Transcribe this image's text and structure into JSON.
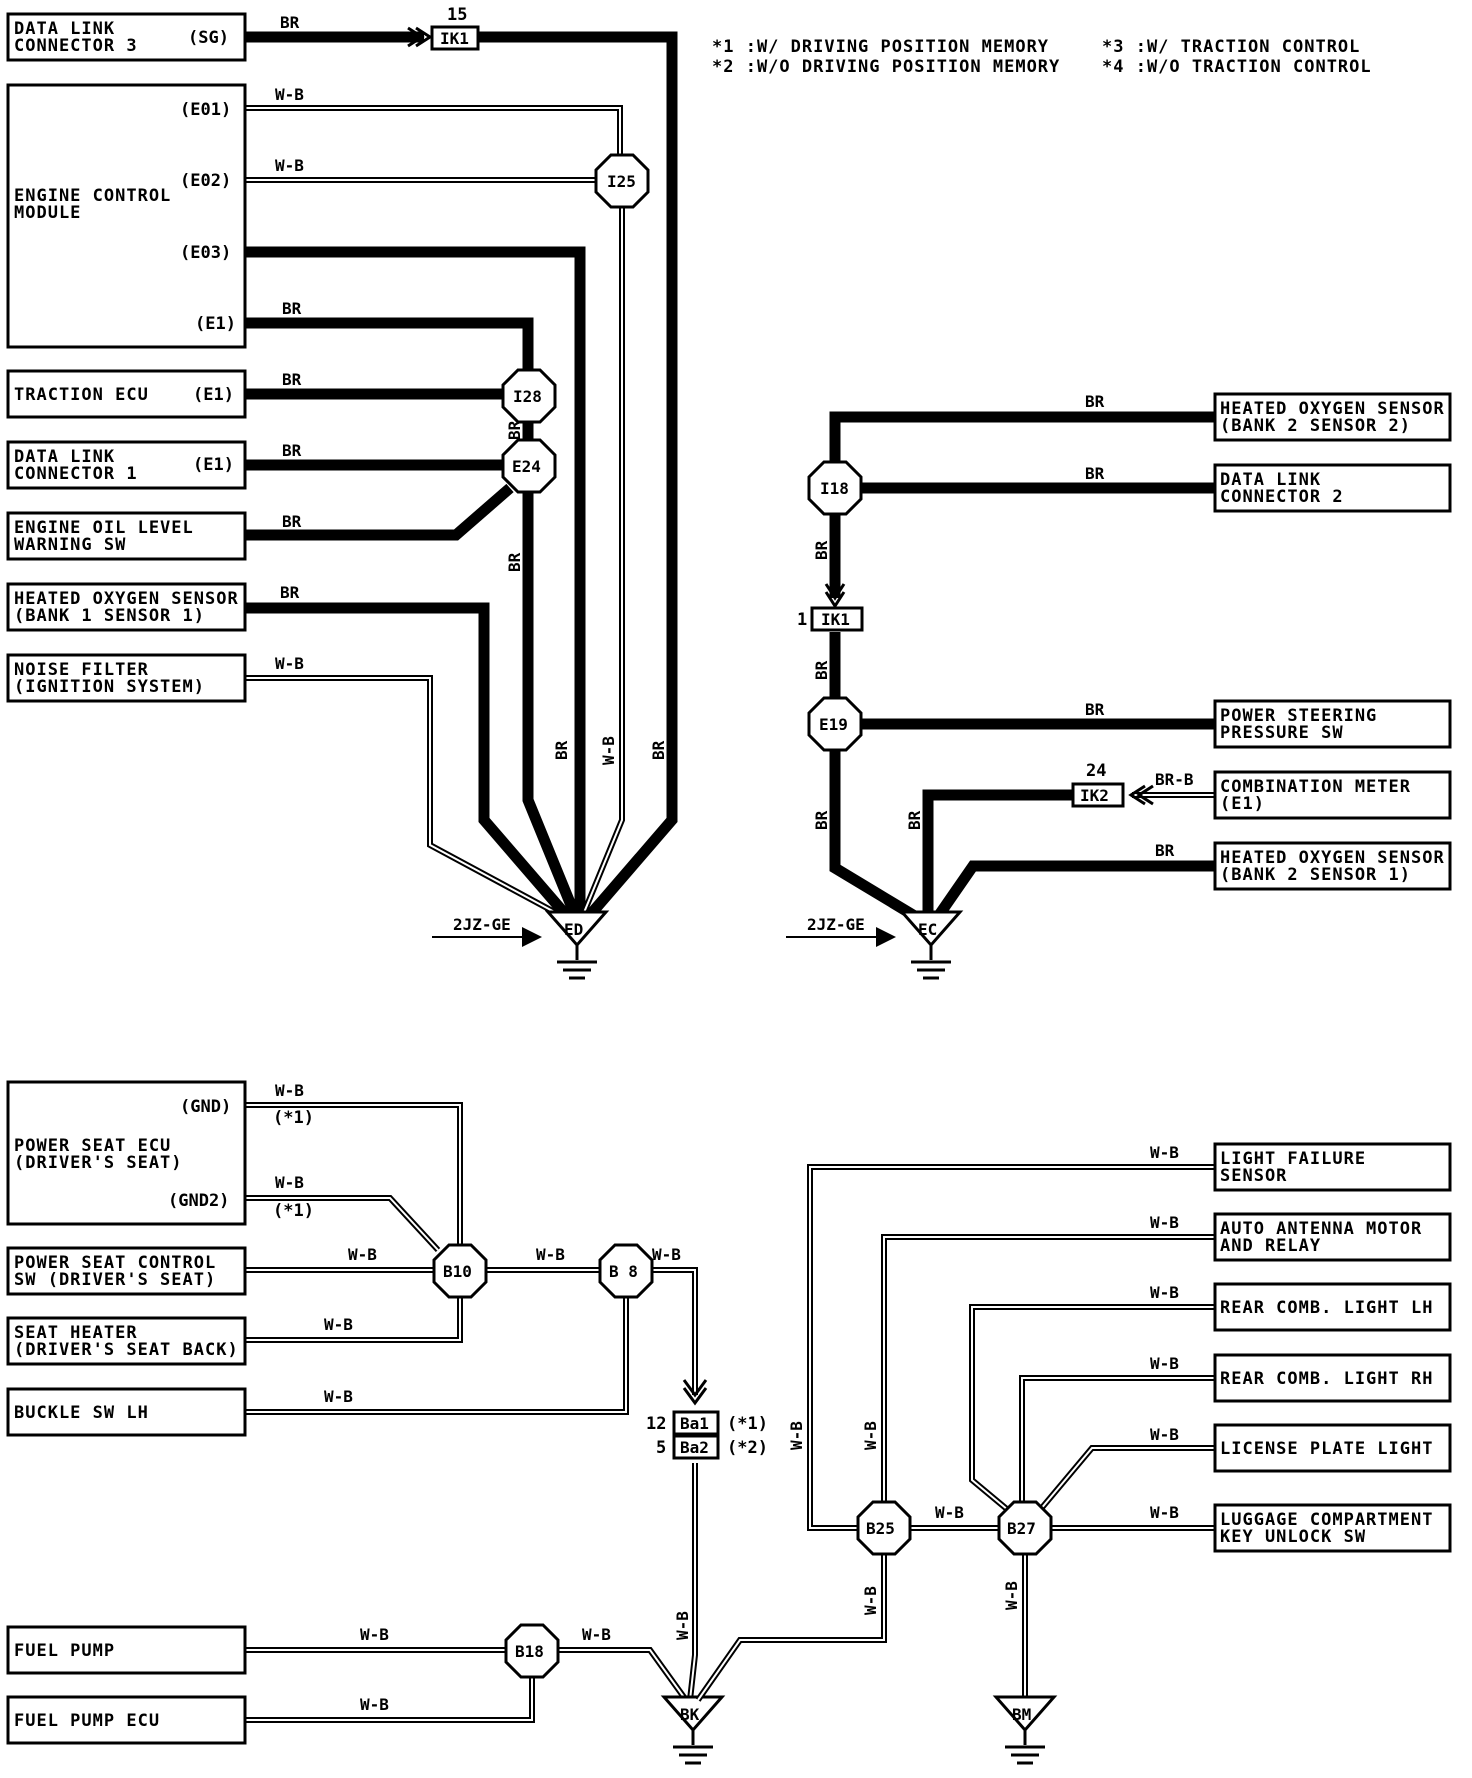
{
  "legend": [
    "*1 :W/ DRIVING POSITION MEMORY",
    "*2 :W/O DRIVING POSITION MEMORY",
    "*3 :W/ TRACTION CONTROL",
    "*4 :W/O TRACTION CONTROL"
  ],
  "components": {
    "dlc3": [
      "DATA LINK",
      "CONNECTOR 3"
    ],
    "dlc3_pin": "(SG)",
    "ecm": [
      "ENGINE CONTROL",
      "MODULE"
    ],
    "ecm_pins": [
      "(E01)",
      "(E02)",
      "(E03)",
      "(E1)"
    ],
    "traction": [
      "TRACTION ECU"
    ],
    "traction_pin": "(E1)",
    "dlc1": [
      "DATA LINK",
      "CONNECTOR 1"
    ],
    "dlc1_pin": "(E1)",
    "oil": [
      "ENGINE OIL LEVEL",
      "WARNING SW"
    ],
    "hos_b1s1": [
      "HEATED OXYGEN SENSOR",
      "(BANK 1 SENSOR 1)"
    ],
    "noise": [
      "NOISE FILTER",
      "(IGNITION SYSTEM)"
    ],
    "hos_b2s2": [
      "HEATED OXYGEN SENSOR",
      "(BANK 2 SENSOR 2)"
    ],
    "dlc2": [
      "DATA LINK",
      "CONNECTOR 2"
    ],
    "ps": [
      "POWER STEERING",
      "PRESSURE SW"
    ],
    "meter": [
      "COMBINATION METER",
      "(E1)"
    ],
    "hos_b2s1": [
      "HEATED OXYGEN SENSOR",
      "(BANK 2 SENSOR 1)"
    ],
    "pseat_ecu": [
      "POWER SEAT ECU",
      "(DRIVER'S SEAT)"
    ],
    "pseat_pins": [
      "(GND)",
      "(GND2)"
    ],
    "pseat_sw": [
      "POWER SEAT CONTROL",
      "SW (DRIVER'S SEAT)"
    ],
    "heater": [
      "SEAT HEATER",
      "(DRIVER'S SEAT BACK)"
    ],
    "buckle": [
      "BUCKLE SW LH"
    ],
    "fuel_pump": [
      "FUEL PUMP"
    ],
    "fuel_ecu": [
      "FUEL PUMP ECU"
    ],
    "light_fail": [
      "LIGHT FAILURE",
      "SENSOR"
    ],
    "antenna": [
      "AUTO ANTENNA MOTOR",
      "AND RELAY"
    ],
    "rear_lh": [
      "REAR COMB. LIGHT LH"
    ],
    "rear_rh": [
      "REAR COMB. LIGHT RH"
    ],
    "license": [
      "LICENSE PLATE LIGHT"
    ],
    "luggage": [
      "LUGGAGE COMPARTMENT",
      "KEY UNLOCK SW"
    ]
  },
  "splices": [
    "I25",
    "I28",
    "E24",
    "I18",
    "E19",
    "B10",
    "B 8",
    "B18",
    "B25",
    "B27"
  ],
  "grounds": [
    "ED",
    "EC",
    "BK",
    "BM"
  ],
  "engine_ref": "2JZ-GE",
  "wire_colors": {
    "br": "BR",
    "wb": "W-B",
    "brb": "BR-B"
  },
  "connectors": {
    "ik1": "IK1",
    "ik1_pin_top": "15",
    "ik1_pin_right": "1",
    "ik2": "IK2",
    "ik2_pin": "24",
    "ba1": "Ba1",
    "ba1_pin": "12",
    "ba1_note": "(*1)",
    "ba2": "Ba2",
    "ba2_pin": "5",
    "ba2_note": "(*2)"
  },
  "notes": {
    "star1": "(*1)"
  }
}
